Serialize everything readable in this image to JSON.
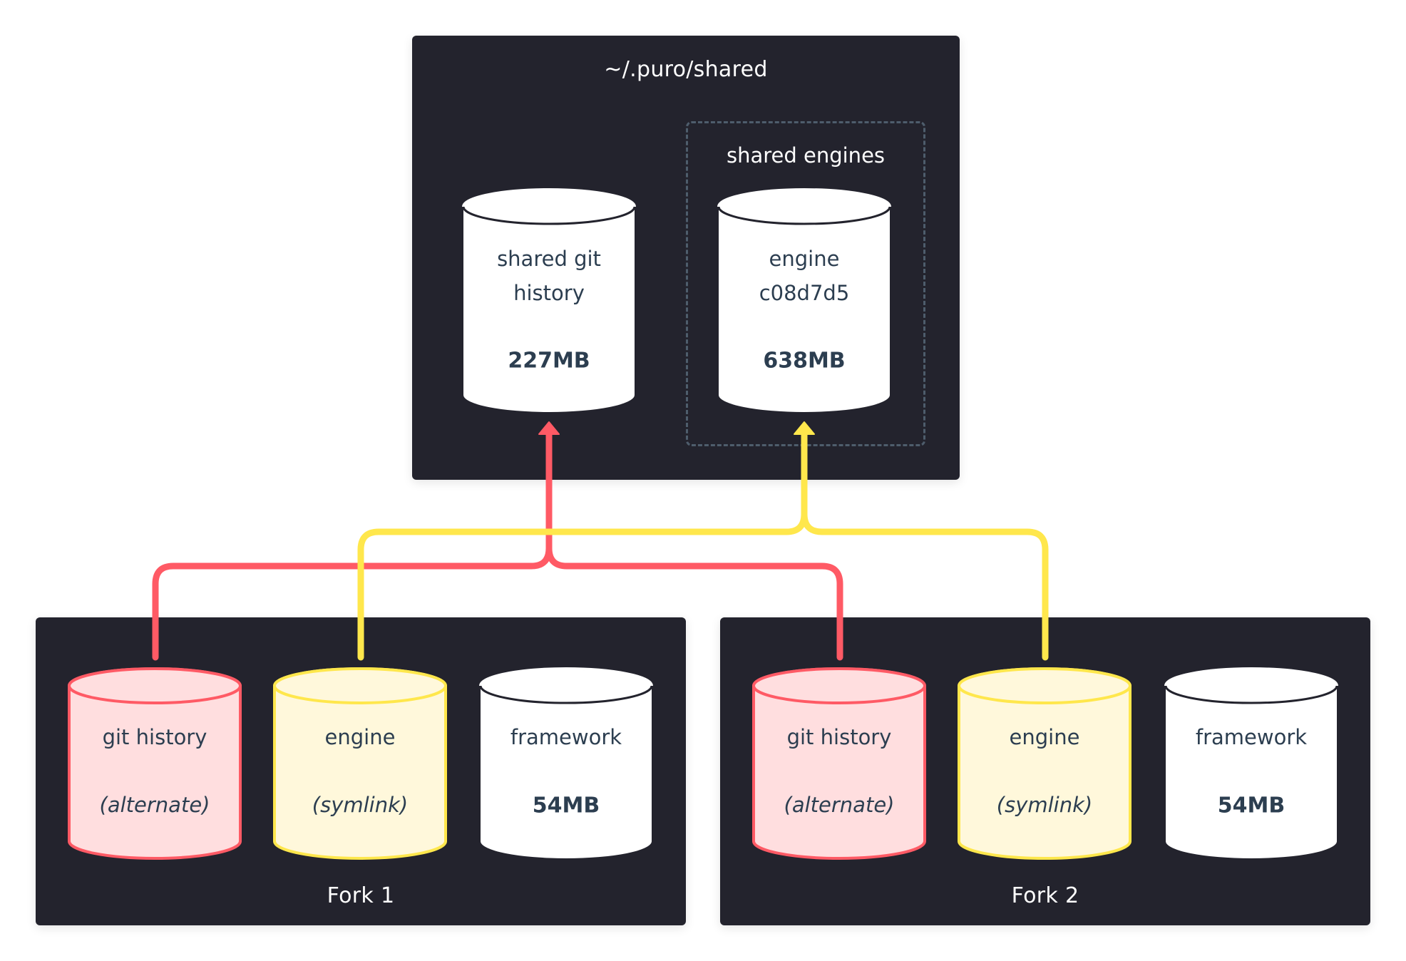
{
  "colors": {
    "panel_bg": "#23232d",
    "git_accent": "#ff5a65",
    "git_fill": "#ffdedf",
    "engine_accent": "#ffe74c",
    "engine_fill": "#fff8db",
    "plain_fill": "#ffffff",
    "text_dark": "#2c3e50",
    "dashed_border": "#4e5d6c"
  },
  "shared": {
    "title": "~/.puro/shared",
    "git_store": {
      "line1": "shared git",
      "line2": "history",
      "size": "227MB",
      "icon": "database-icon"
    },
    "engines_group": {
      "title": "shared engines",
      "engine": {
        "line1": "engine",
        "line2": "c08d7d5",
        "size": "638MB",
        "icon": "database-icon"
      }
    }
  },
  "forks": [
    {
      "title": "Fork 1",
      "git": {
        "label": "git history",
        "note": "(alternate)",
        "icon": "database-icon"
      },
      "engine": {
        "label": "engine",
        "note": "(symlink)",
        "icon": "database-icon"
      },
      "framework": {
        "label": "framework",
        "size": "54MB",
        "icon": "database-icon"
      }
    },
    {
      "title": "Fork 2",
      "git": {
        "label": "git history",
        "note": "(alternate)",
        "icon": "database-icon"
      },
      "engine": {
        "label": "engine",
        "note": "(symlink)",
        "icon": "database-icon"
      },
      "framework": {
        "label": "framework",
        "size": "54MB",
        "icon": "database-icon"
      }
    }
  ],
  "connectors": [
    {
      "name": "git-alternate-link",
      "from": [
        "forks.0.git",
        "forks.1.git"
      ],
      "to": "shared.git_store",
      "color_key": "git_accent",
      "icon": "arrow-up-icon"
    },
    {
      "name": "engine-symlink-link",
      "from": [
        "forks.0.engine",
        "forks.1.engine"
      ],
      "to": "shared.engines_group.engine",
      "color_key": "engine_accent",
      "icon": "arrow-up-icon"
    }
  ]
}
